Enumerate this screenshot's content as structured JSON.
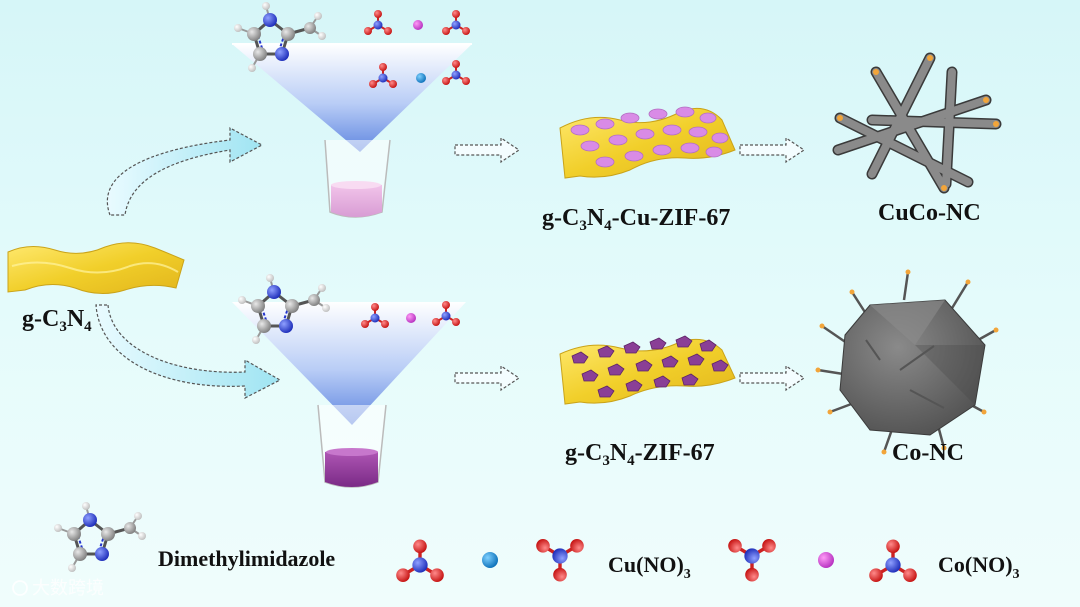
{
  "labels": {
    "g_c3n4_prefix": "g-C",
    "g_c3n4_sub1": "3",
    "g_c3n4_mid": "N",
    "g_c3n4_sub2": "4",
    "cu_zif_prefix": "g-C",
    "cu_zif_sub1": "3",
    "cu_zif_mid": "N",
    "cu_zif_sub2": "4",
    "cu_zif_suffix": "-Cu-ZIF-67",
    "zif_prefix": "g-C",
    "zif_sub1": "3",
    "zif_mid": "N",
    "zif_sub2": "4",
    "zif_suffix": "-ZIF-67",
    "cuco_nc": "CuCo-NC",
    "co_nc": "Co-NC"
  },
  "legend": {
    "dimethylimidazole": "Dimethylimidazole",
    "cu_no3_prefix": "Cu(NO)",
    "cu_no3_sub": "3",
    "co_no3_prefix": "Co(NO)",
    "co_no3_sub": "3"
  },
  "watermark": "大数跨境",
  "colors": {
    "sheet_yellow": "#f5d63a",
    "cu_particle": "#d98be6",
    "co_particle": "#8a3f96",
    "nitrogen": "#2233cc",
    "oxygen": "#e21b1b",
    "carbon": "#9a9a9a",
    "cu_ion": "#1a8fd8",
    "co_ion": "#d44fe0",
    "funnel_blue": "#8fb0ec"
  }
}
